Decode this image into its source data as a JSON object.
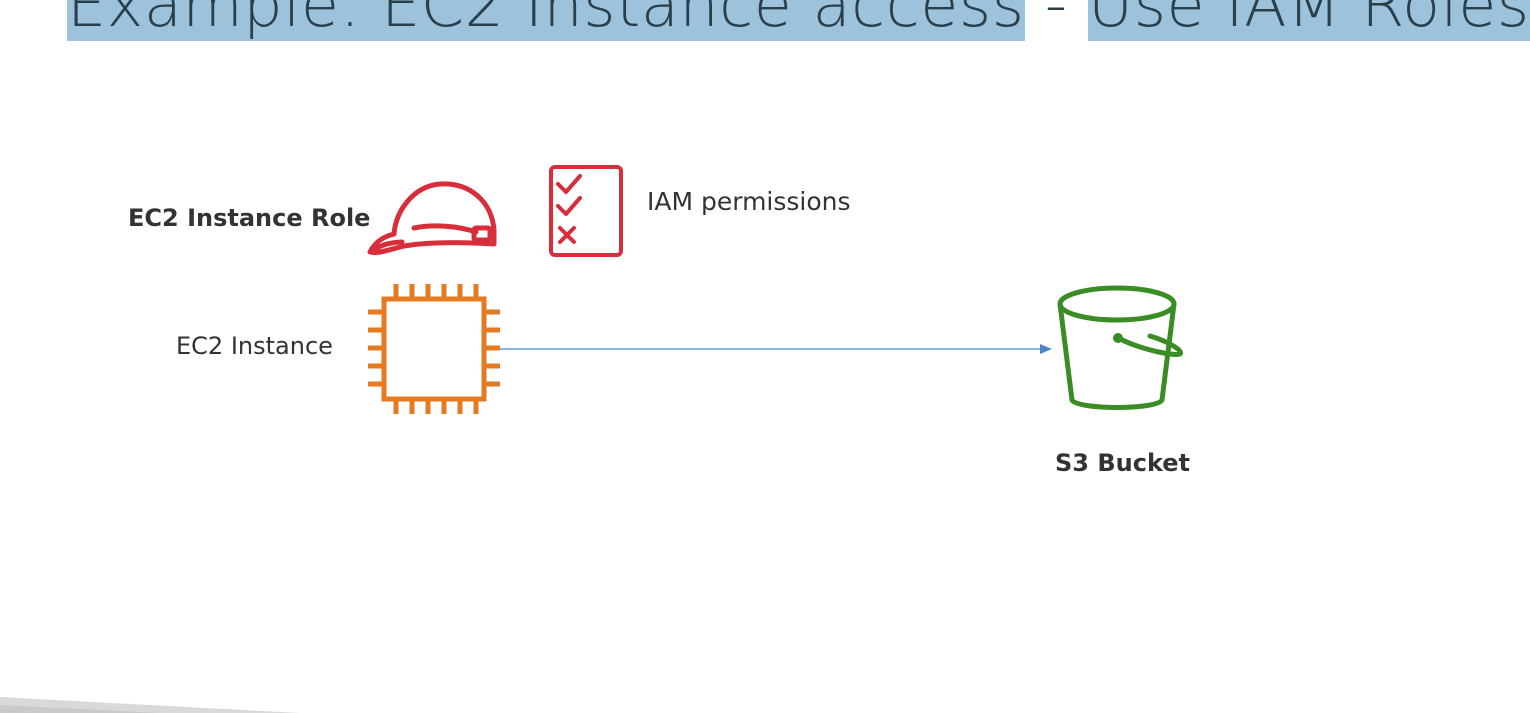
{
  "slide": {
    "title_part1": "Example: EC2 Instance access",
    "title_sep": " - ",
    "title_part2": "Use IAM Roles"
  },
  "labels": {
    "ec2_role": "EC2 Instance Role",
    "iam_permissions": "IAM permissions",
    "ec2_instance": "EC2 Instance",
    "s3_bucket": "S3 Bucket"
  },
  "icons": {
    "role": "hard-hat-icon",
    "permissions": "checklist-icon",
    "instance": "chip-icon",
    "bucket": "bucket-icon"
  },
  "colors": {
    "role_red": "#d82e3a",
    "instance_orange": "#e57a20",
    "bucket_green": "#3a8c25",
    "arrow_blue": "#4a86c5",
    "title_highlight": "#9dc3dc"
  }
}
